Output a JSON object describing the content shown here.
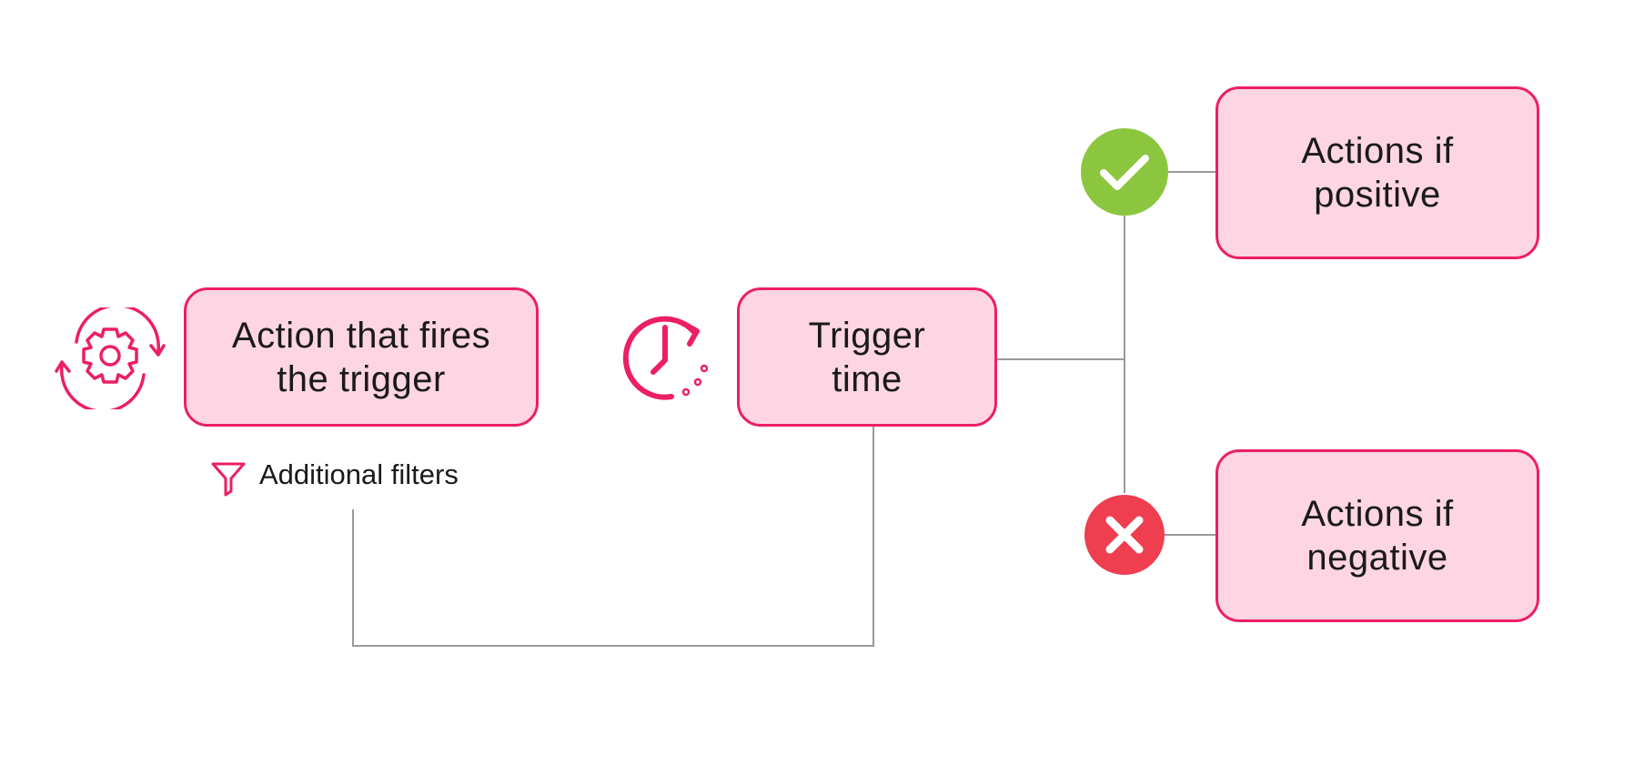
{
  "colors": {
    "accent": "#ec1f62",
    "box_fill": "#fdd5e3",
    "connector": "#9a9a9a",
    "positive": "#8cc63f",
    "negative": "#ef3e4f"
  },
  "nodes": {
    "action_trigger": {
      "label": "Action that fires\nthe trigger",
      "icon": "gear-cycle-icon"
    },
    "trigger_time": {
      "label": "Trigger\ntime",
      "icon": "clock-timer-icon"
    },
    "positive": {
      "label": "Actions if\npositive",
      "icon": "check-circle-icon"
    },
    "negative": {
      "label": "Actions if\nnegative",
      "icon": "x-circle-icon"
    }
  },
  "filters": {
    "label": "Additional filters",
    "icon": "funnel-icon"
  }
}
